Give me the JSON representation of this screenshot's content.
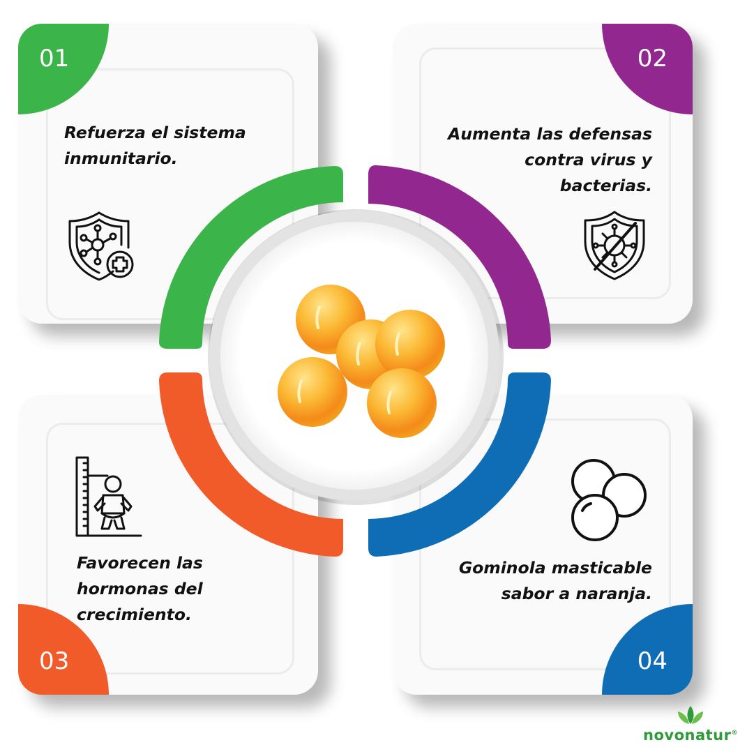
{
  "colors": {
    "green": "#3bb54a",
    "purple": "#92278f",
    "orange": "#f15a29",
    "blue": "#0f6db5"
  },
  "cards": [
    {
      "number": "01",
      "lines": [
        "Refuerza el sistema",
        "inmunitario."
      ],
      "icon": "immune-shield-icon"
    },
    {
      "number": "02",
      "lines": [
        "Aumenta las defensas",
        "contra virus y",
        "bacterias."
      ],
      "icon": "virus-shield-icon"
    },
    {
      "number": "03",
      "lines": [
        "Favorecen las",
        "hormonas del",
        "crecimiento."
      ],
      "icon": "baby-growth-icon"
    },
    {
      "number": "04",
      "lines": [
        "Gominola masticable",
        "sabor a naranja."
      ],
      "icon": "gummies-icon"
    }
  ],
  "center": {
    "image": "orange-gummies"
  },
  "brand": {
    "name": "novonatur",
    "mark": "®"
  }
}
